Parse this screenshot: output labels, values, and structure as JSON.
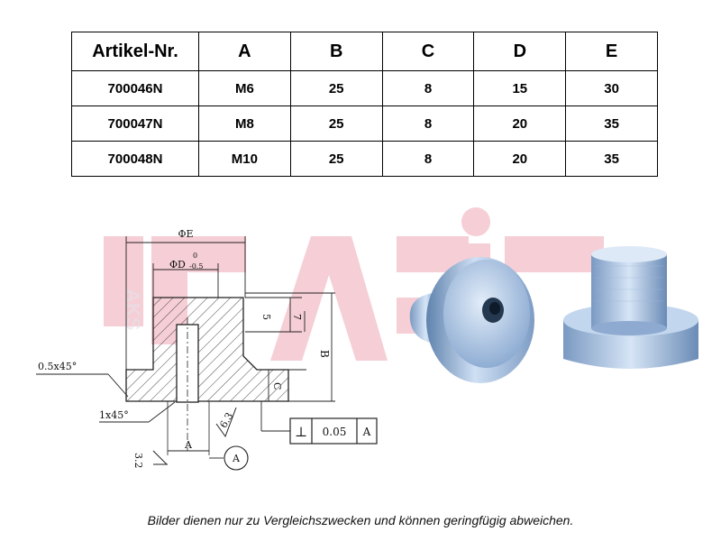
{
  "table": {
    "headers": [
      "Artikel-Nr.",
      "A",
      "B",
      "C",
      "D",
      "E"
    ],
    "rows": [
      [
        "700046N",
        "M6",
        "25",
        "8",
        "15",
        "30"
      ],
      [
        "700047N",
        "M8",
        "25",
        "8",
        "20",
        "35"
      ],
      [
        "700048N",
        "M10",
        "25",
        "8",
        "20",
        "35"
      ]
    ]
  },
  "drawing": {
    "dim_phi_e": "ΦE",
    "dim_phi_d": "ΦD",
    "dim_tol_upper": "0",
    "dim_tol_lower": "-0.5",
    "dim_5": "5",
    "dim_7": "7",
    "dim_b": "B",
    "dim_c": "C",
    "chamfer_outer": "0.5x45°",
    "chamfer_inner": "1x45°",
    "roughness_1": "6.3",
    "roughness_2": "3.2",
    "dim_a": "A",
    "datum_a": "A",
    "tolerance_symbol": "⊥",
    "tolerance_value": "0.05",
    "tolerance_datum": "A"
  },
  "watermark": {
    "logo_text": "DASIS",
    "side_text": "AKS"
  },
  "caption": "Bilder dienen nur zu Vergleichszwecken und können geringfügig abweichen.",
  "colors": {
    "watermark": "#f4c9d2",
    "part_light": "#c9dcf2",
    "part_dark": "#6d8fb8"
  }
}
